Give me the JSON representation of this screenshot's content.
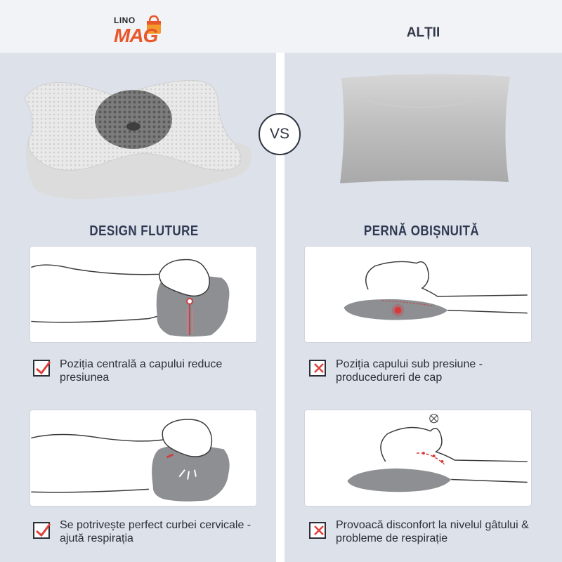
{
  "brand": {
    "top": "LINO",
    "bottom": "MAG"
  },
  "header": {
    "right_title": "ALȚII"
  },
  "vs_label": "VS",
  "left": {
    "title": "DESIGN FLUTURE",
    "items": [
      {
        "caption": "Poziția centrală a capului reduce presiunea",
        "mark": "check"
      },
      {
        "caption": "Se potrivește perfect curbei cervicale - ajută respirația",
        "mark": "check"
      }
    ]
  },
  "right": {
    "title": "PERNĂ OBIȘNUITĂ",
    "items": [
      {
        "caption": "Poziția capului sub presiune - producedureri de cap",
        "mark": "cross"
      },
      {
        "caption": "Provoacă disconfort la nivelul gâtului & probleme de respirație",
        "mark": "cross"
      }
    ]
  },
  "colors": {
    "check": "#e0403a",
    "cross": "#e0403a",
    "brand_orange": "#e8562a",
    "title": "#2f3a52"
  }
}
